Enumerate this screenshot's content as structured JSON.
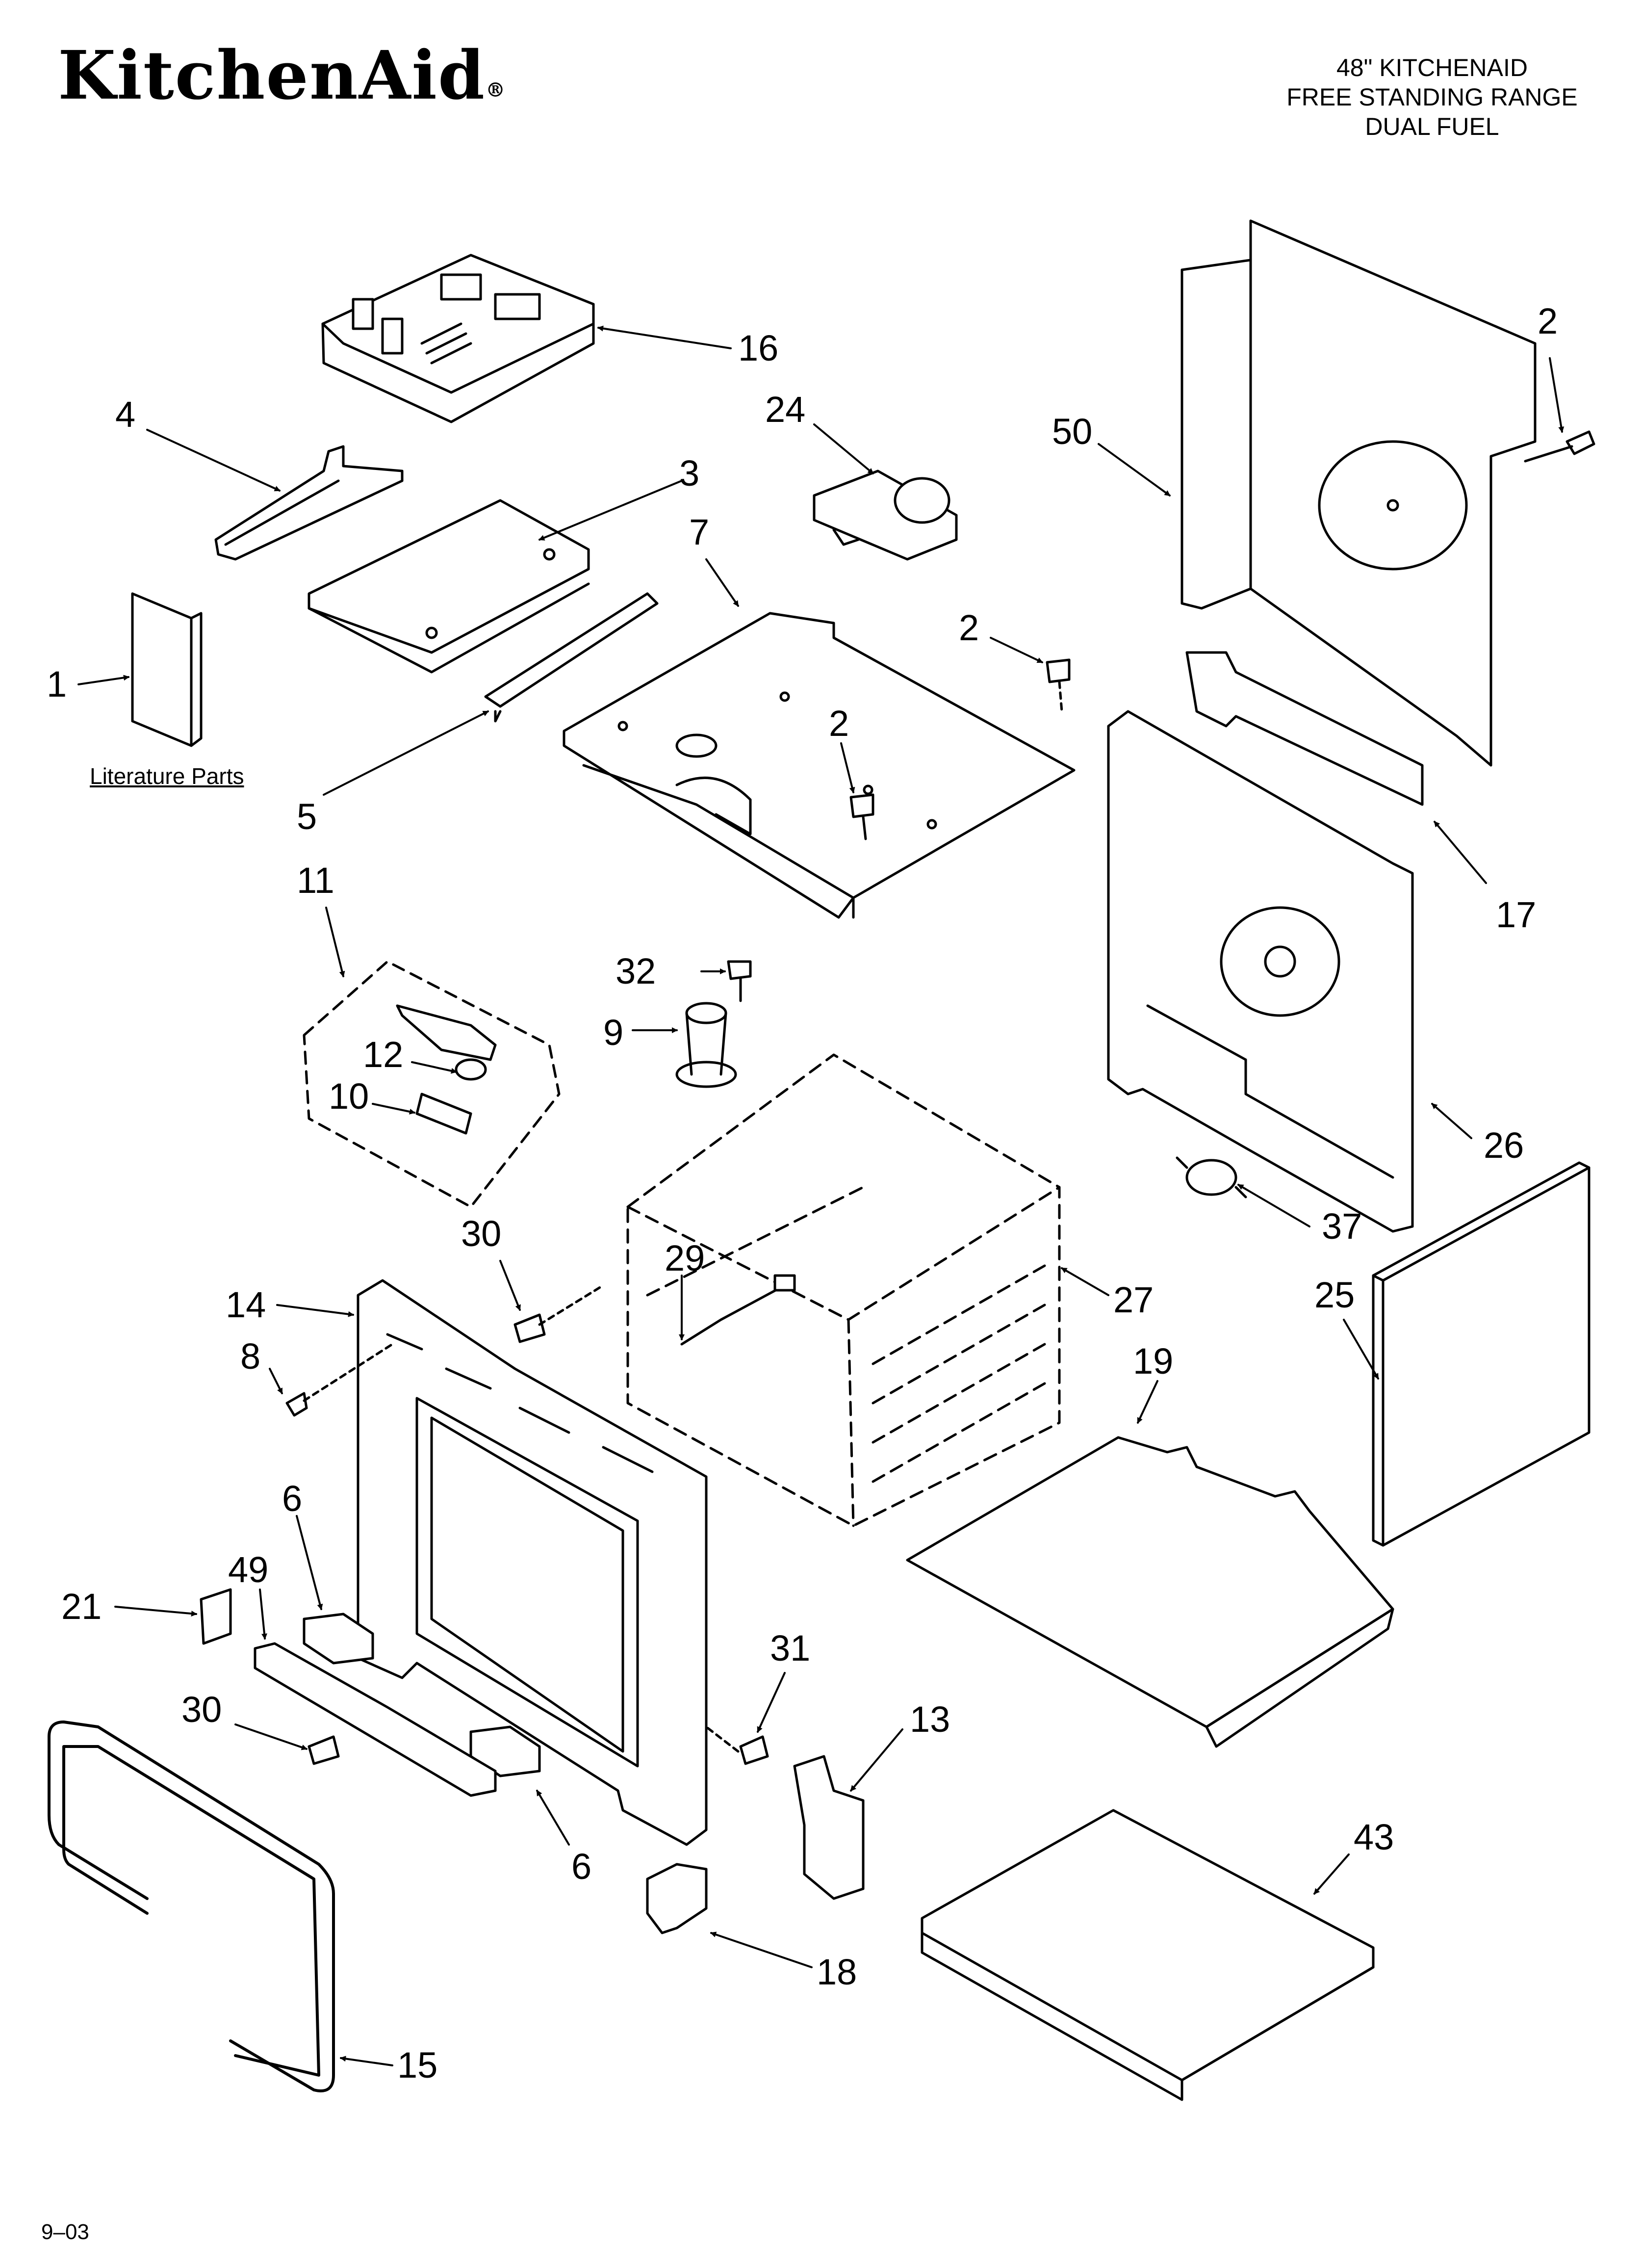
{
  "header": {
    "brand": "KitchenAid",
    "trademark": "®",
    "title_lines": [
      "48\" KITCHENAID",
      "FREE STANDING RANGE",
      "DUAL FUEL"
    ]
  },
  "literature_label": "Literature Parts",
  "footer": {
    "date_code": "9–03"
  },
  "callouts": [
    "16",
    "24",
    "4",
    "3",
    "2",
    "50",
    "7",
    "1",
    "2",
    "2",
    "5",
    "17",
    "11",
    "32",
    "9",
    "12",
    "10",
    "26",
    "37",
    "30",
    "29",
    "27",
    "14",
    "25",
    "8",
    "19",
    "6",
    "49",
    "21",
    "31",
    "30",
    "13",
    "43",
    "6",
    "18",
    "15"
  ]
}
